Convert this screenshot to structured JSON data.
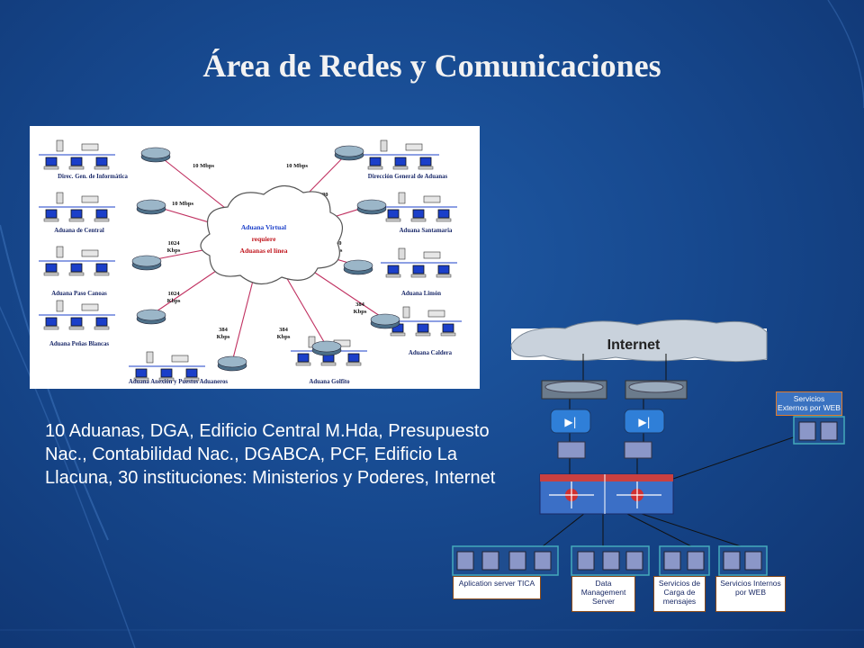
{
  "page": {
    "title": "Área de Redes y Comunicaciones"
  },
  "wan": {
    "cloud": {
      "line1": "Aduana Virtual",
      "line2": "requiere",
      "line3": "Aduanas el línea"
    },
    "sites": [
      {
        "label": "Direc. Gen. de Informática",
        "speed": "10 Mbps"
      },
      {
        "label": "Aduana de Central",
        "speed": "10 Mbps"
      },
      {
        "label": "Aduana Paso Canoas",
        "speed": "1024 Kbps"
      },
      {
        "label": "Aduana Peñas Blancas",
        "speed": "1024 Kbps"
      },
      {
        "label": "Aduana Anexión y Puestos Aduaneros",
        "speed": "384 Kbps"
      },
      {
        "label": "Aduana Golfito",
        "speed": "384 Kbps"
      },
      {
        "label": "Aduana Caldera",
        "speed": "384 Kbps"
      },
      {
        "label": "Aduana Limón",
        "speed": "1280 Kbps"
      },
      {
        "label": "Aduana Santamaria",
        "speed": "1280 Kbps"
      },
      {
        "label": "Dirección General de Aduanas",
        "speed": "10 Mbps"
      }
    ]
  },
  "description": "10 Aduanas, DGA, Edificio Central M.Hda, Presupuesto Nac., Contabilidad Nac., DGABCA, PCF, Edificio La Llacuna, 30 instituciones: Ministerios y Poderes, Internet",
  "datacenter": {
    "internet_label": "Internet",
    "external": "Servicios Externos por WEB",
    "groups": [
      {
        "label": "Aplication server TICA"
      },
      {
        "label": "Data Management Server"
      },
      {
        "label": "Servicios de Carga de mensajes"
      },
      {
        "label": "Servicios Internos por WEB"
      }
    ]
  }
}
